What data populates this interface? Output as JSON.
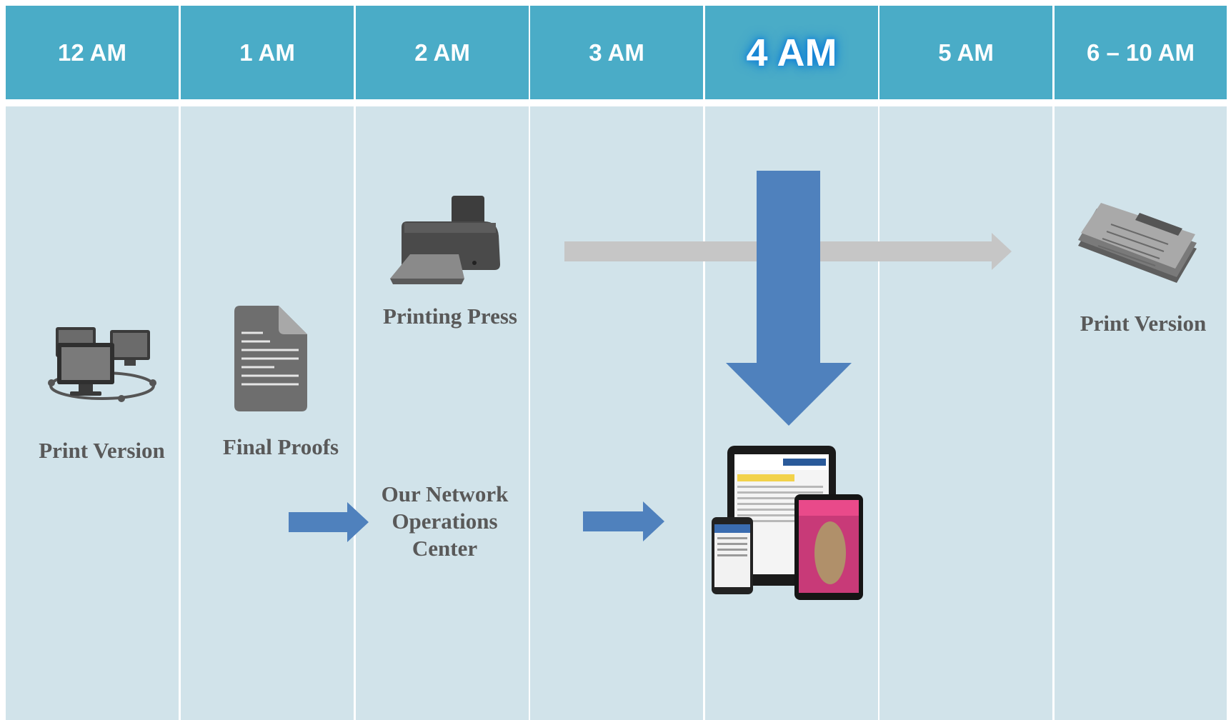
{
  "timeline": {
    "columns": [
      {
        "label": "12 AM",
        "highlight": false
      },
      {
        "label": "1 AM",
        "highlight": false
      },
      {
        "label": "2 AM",
        "highlight": false
      },
      {
        "label": "3 AM",
        "highlight": false
      },
      {
        "label": "4 AM",
        "highlight": true
      },
      {
        "label": "5 AM",
        "highlight": false
      },
      {
        "label": "6 – 10 AM",
        "highlight": false
      }
    ]
  },
  "steps": {
    "print_version_start": "Print Version",
    "final_proofs": "Final Proofs",
    "printing_press": "Printing Press",
    "network_operations": "Our Network\nOperations\nCenter",
    "print_version_end": "Print Version"
  },
  "icons": {
    "networked_computers": "networked-computers-icon",
    "document": "document-icon",
    "printer": "printer-icon",
    "newspaper": "newspaper-icon",
    "digital_devices": "digital-devices-icon"
  },
  "colors": {
    "header": "#4aacc7",
    "column": "#d1e3ea",
    "label_text": "#595959",
    "arrow_blue": "#4f81bd",
    "arrow_gray": "#c6c6c6"
  }
}
